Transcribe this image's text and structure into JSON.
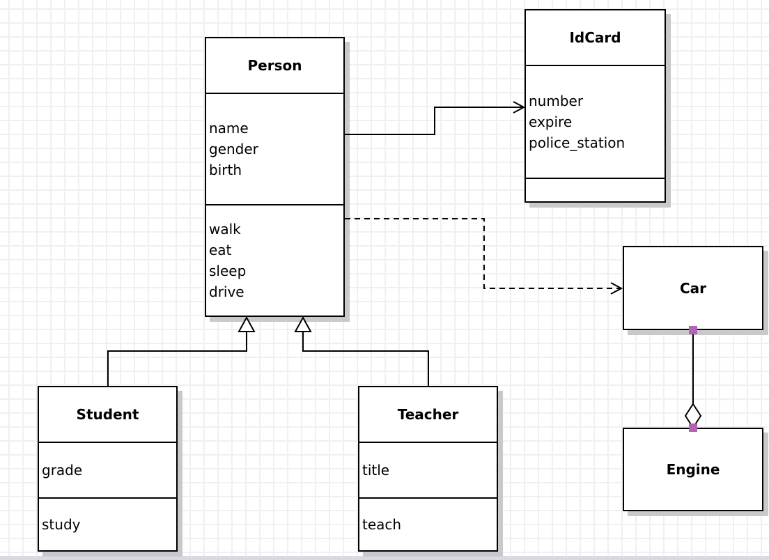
{
  "diagram": {
    "type": "uml-class-diagram",
    "classes": [
      {
        "name": "Person",
        "attributes": [
          "name",
          "gender",
          "birth"
        ],
        "methods": [
          "walk",
          "eat",
          "sleep",
          "drive"
        ]
      },
      {
        "name": "IdCard",
        "attributes": [
          "number",
          "expire",
          "police_station"
        ],
        "methods": []
      },
      {
        "name": "Car",
        "attributes": [],
        "methods": []
      },
      {
        "name": "Engine",
        "attributes": [],
        "methods": []
      },
      {
        "name": "Student",
        "attributes": [
          "grade"
        ],
        "methods": [
          "study"
        ]
      },
      {
        "name": "Teacher",
        "attributes": [
          "title"
        ],
        "methods": [
          "teach"
        ]
      }
    ],
    "relationships": [
      {
        "from": "Person",
        "to": "IdCard",
        "type": "association",
        "line": "solid",
        "arrow": "open-arrowhead"
      },
      {
        "from": "Person",
        "to": "Car",
        "type": "dependency",
        "line": "dashed",
        "arrow": "open-arrowhead"
      },
      {
        "from": "Student",
        "to": "Person",
        "type": "generalization",
        "line": "solid",
        "arrow": "hollow-triangle"
      },
      {
        "from": "Teacher",
        "to": "Person",
        "type": "generalization",
        "line": "solid",
        "arrow": "hollow-triangle"
      },
      {
        "from": "Car",
        "to": "Engine",
        "type": "aggregation",
        "line": "solid",
        "arrow": "hollow-diamond",
        "selected": true
      }
    ],
    "colors": {
      "box_border": "#000000",
      "box_fill": "#ffffff",
      "shadow": "#c9c9c9",
      "grid": "#f0f0f3",
      "selection_handle": "#b164b4"
    }
  }
}
